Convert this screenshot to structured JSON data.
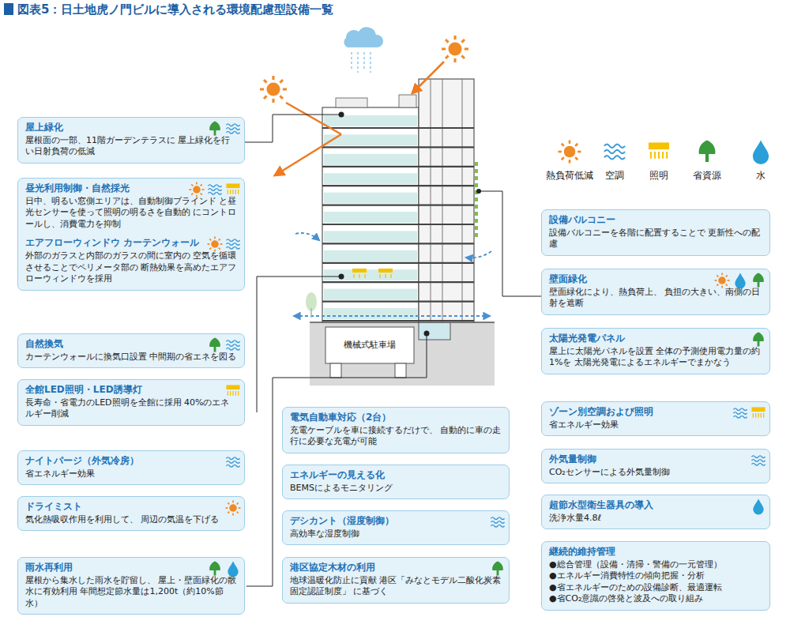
{
  "diagram": {
    "title": "図表5：日土地虎ノ門ビルに導入される環境配慮型設備一覧",
    "nodes": [
      {
        "text": [
          "屋上緑化",
          "屋根面の一部、11階ガーデンテラスに 屋上緑化を行い日射負荷の低減"
        ]
      },
      {
        "text": [
          "昼光利用制御・自然採光",
          "日中、明るい窓側エリアは、自動制御ブラインド と昼光センサーを使って照明の明るさを自動的 にコントロールし、消費電力を抑制",
          "エアフローウィンドウ カーテンウォール",
          "外部のガラスと内部のガラスの間に室内の 空気を循環させることでペリメータ部の 断熱効果を高めたエアフローウィンドウを採用"
        ]
      },
      {
        "text": [
          "自然換気",
          "カーテンウォールに換気口設置 中間期の省エネを図る"
        ]
      },
      {
        "text": [
          "全館LED照明・LED誘導灯",
          "長寿命・省電力のLED照明を全館に採用 40%のエネルギー削減"
        ]
      },
      {
        "text": [
          "ナイトパージ（外気冷房）",
          "省エネルギー効果"
        ]
      },
      {
        "text": [
          "ドライミスト",
          "気化熱吸収作用を利用して、 周辺の気温を下げる"
        ]
      },
      {
        "text": [
          "雨水再利用",
          "屋根から集水した雨水を貯留し、 屋上・壁面緑化の散水に有効利用 年間想定節水量は1,200t（約10%節水）"
        ]
      },
      {
        "text": [
          "電気自動車対応（2台）",
          "充電ケーブルを車に接続するだけで、 自動的に車の走行に必要な充電が可能"
        ]
      },
      {
        "text": [
          "エネルギーの見える化",
          "BEMSによるモニタリング"
        ]
      },
      {
        "text": [
          "デシカント（湿度制御）",
          "高効率な湿度制御"
        ]
      },
      {
        "text": [
          "港区協定木材の利用",
          "地球温暖化防止に貢献 港区「みなとモデル二酸化炭素固定認証制度」 に基づく"
        ]
      },
      {
        "text": [
          "設備バルコニー",
          "設備バルコニーを各階に配置することで 更新性への配慮"
        ]
      },
      {
        "text": [
          "壁面緑化",
          "壁面緑化により、熱負荷上、 負担の大きい、南側の日射を遮断"
        ]
      },
      {
        "text": [
          "太陽光発電パネル",
          "屋上に太陽光パネルを設置 全体の予測使用電力量の約1%を 太陽光発電によるエネルギーでまかなう"
        ]
      },
      {
        "text": [
          "ゾーン別空調および照明",
          "省エネルギー効果"
        ]
      },
      {
        "text": [
          "外気量制御",
          "CO₂センサーによる外気量制御"
        ]
      },
      {
        "text": [
          "超節水型衛生器具の導入",
          "洗浄水量4.8ℓ"
        ]
      },
      {
        "text": [
          "継続的維持管理",
          "●総合管理（設備・清掃・警備の一元管理）",
          "●エネルギー消費特性の傾向把握・分析",
          "●省エネルギーのための設備診断、最適運転",
          "●省CO₂意識の啓発と波及への取り組み"
        ]
      }
    ],
    "labels": [
      "機械式駐車場"
    ],
    "legend": [
      {
        "text": "熱負荷低減"
      },
      {
        "text": "空調"
      },
      {
        "text": "照明"
      },
      {
        "text": "省資源"
      },
      {
        "text": "水"
      }
    ]
  }
}
